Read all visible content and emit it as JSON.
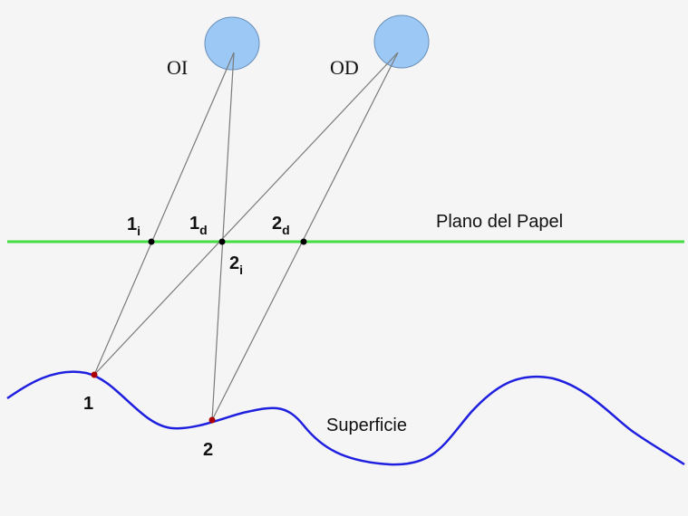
{
  "colors": {
    "background": "#f5f5f5",
    "eye_fill": "#9cc8f6",
    "eye_stroke": "#6a8fb8",
    "paper_plane": "#44dd44",
    "surface": "#1f1fe0",
    "projection_line": "#7a7a7a",
    "plane_point": "#000000",
    "surface_point": "#aa0000",
    "text": "#111111"
  },
  "eyes": {
    "left_label": "OI",
    "right_label": "OD"
  },
  "plane": {
    "label": "Plano del Papel"
  },
  "surface": {
    "label": "Superficie"
  },
  "points": {
    "p1_label": "1",
    "p2_label": "2",
    "p1_left": {
      "base": "1",
      "sub": "i"
    },
    "p1_right": {
      "base": "1",
      "sub": "d"
    },
    "p2_left": {
      "base": "2",
      "sub": "i"
    },
    "p2_right": {
      "base": "2",
      "sub": "d"
    }
  }
}
